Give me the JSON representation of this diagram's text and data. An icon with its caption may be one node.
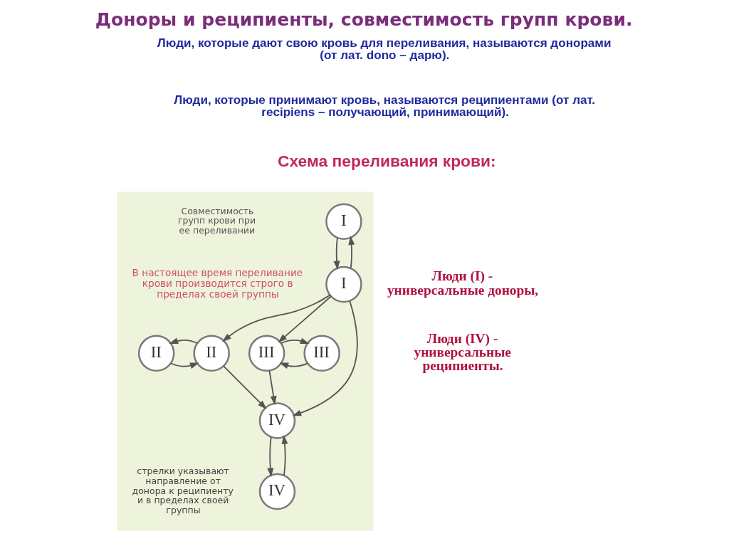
{
  "diagram": {
    "title": "Доноры и реципиенты, совместимость групп крови.",
    "nodes": [
      {
        "text": [],
        "shape": "box"
      },
      {
        "text": [
          "I"
        ],
        "in": 0
      },
      {
        "text": [
          "I"
        ],
        "in": 0
      },
      {
        "text": [
          "II"
        ],
        "in": 0
      },
      {
        "text": [
          "II"
        ],
        "in": 0
      },
      {
        "text": [
          "III"
        ],
        "in": 0
      },
      {
        "text": [
          "III"
        ],
        "in": 0
      },
      {
        "text": [
          "IV"
        ],
        "in": 0
      },
      {
        "text": [
          "IV"
        ],
        "in": 0
      }
    ],
    "edges": [
      {
        "from": 1,
        "to": 2,
        "arrow": "to"
      },
      {
        "from": 2,
        "to": 1,
        "arrow": "to"
      },
      {
        "from": 3,
        "to": 4,
        "arrow": "to"
      },
      {
        "from": 4,
        "to": 3,
        "arrow": "to"
      },
      {
        "from": 6,
        "to": 5,
        "arrow": "to"
      },
      {
        "from": 5,
        "to": 6,
        "arrow": "to"
      },
      {
        "from": 2,
        "to": 4,
        "arrow": "to"
      },
      {
        "from": 2,
        "to": 7,
        "arrow": "to"
      },
      {
        "from": 2,
        "to": 5,
        "arrow": "to"
      },
      {
        "from": 4,
        "to": 7,
        "arrow": "to"
      },
      {
        "from": 5,
        "to": 7,
        "arrow": "to"
      },
      {
        "from": 7,
        "to": 8,
        "arrow": "to"
      },
      {
        "from": 8,
        "to": 7,
        "arrow": "to"
      }
    ],
    "labels": [
      "Люди, которые дают свою кровь для переливания, называются донорами (от лат. dono – дарю).",
      "Люди, которые принимают кровь, называются реципиентами (от лат. recipiens – получающий, принимающий).",
      "Схема переливания крови:",
      "Совместимость групп крови при ее переливании",
      "В настоящее время переливание крови производится строго в пределах своей группы",
      "стрелки указывают направление от донора к реципиенту и в пределах своей группы",
      "Люди (I) - универсальные доноры,",
      "Люди (IV) - универсальные реципиенты."
    ]
  }
}
